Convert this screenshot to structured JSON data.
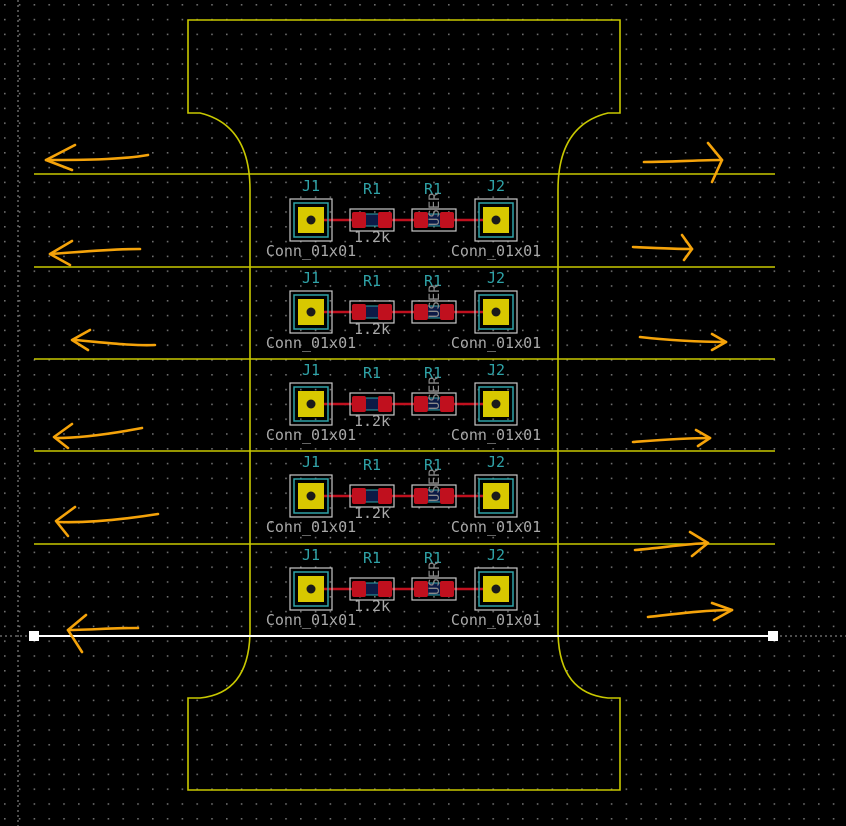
{
  "canvas": {
    "background": "#000000",
    "grid_color": "#6e6e6e",
    "edge_cuts_color": "#c8c800",
    "copper_color": "#c0101e",
    "pad_color": "#d8c800",
    "annotation_color": "#f5a30a",
    "selection_color": "#ffffff"
  },
  "rows": [
    {
      "j1": "J1",
      "r1": "R1",
      "r_ghost": "R1",
      "r_vert": "USER",
      "j2": "J2",
      "r_value": "1.2k",
      "j1_value": "Conn_01x01",
      "j2_value": "Conn_01x01"
    },
    {
      "j1": "J1",
      "r1": "R1",
      "r_ghost": "R1",
      "r_vert": "USER",
      "j2": "J2",
      "r_value": "1.2k",
      "j1_value": "Conn_01x01",
      "j2_value": "Conn_01x01"
    },
    {
      "j1": "J1",
      "r1": "R1",
      "r_ghost": "R1",
      "r_vert": "USER",
      "j2": "J2",
      "r_value": "1.2k",
      "j1_value": "Conn_01x01",
      "j2_value": "Conn_01x01"
    },
    {
      "j1": "J1",
      "r1": "R1",
      "r_ghost": "R1",
      "r_vert": "USER",
      "j2": "J2",
      "r_value": "1.2k",
      "j1_value": "Conn_01x01",
      "j2_value": "Conn_01x01"
    },
    {
      "j1": "J1",
      "r1": "R1",
      "r_ghost": "R1",
      "r_vert": "USER",
      "j2": "J2",
      "r_value": "1.2k",
      "j1_value": "Conn_01x01",
      "j2_value": "Conn_01x01"
    }
  ],
  "icons": {
    "left_arrow": "arrow-left-icon",
    "right_arrow": "arrow-right-icon"
  }
}
